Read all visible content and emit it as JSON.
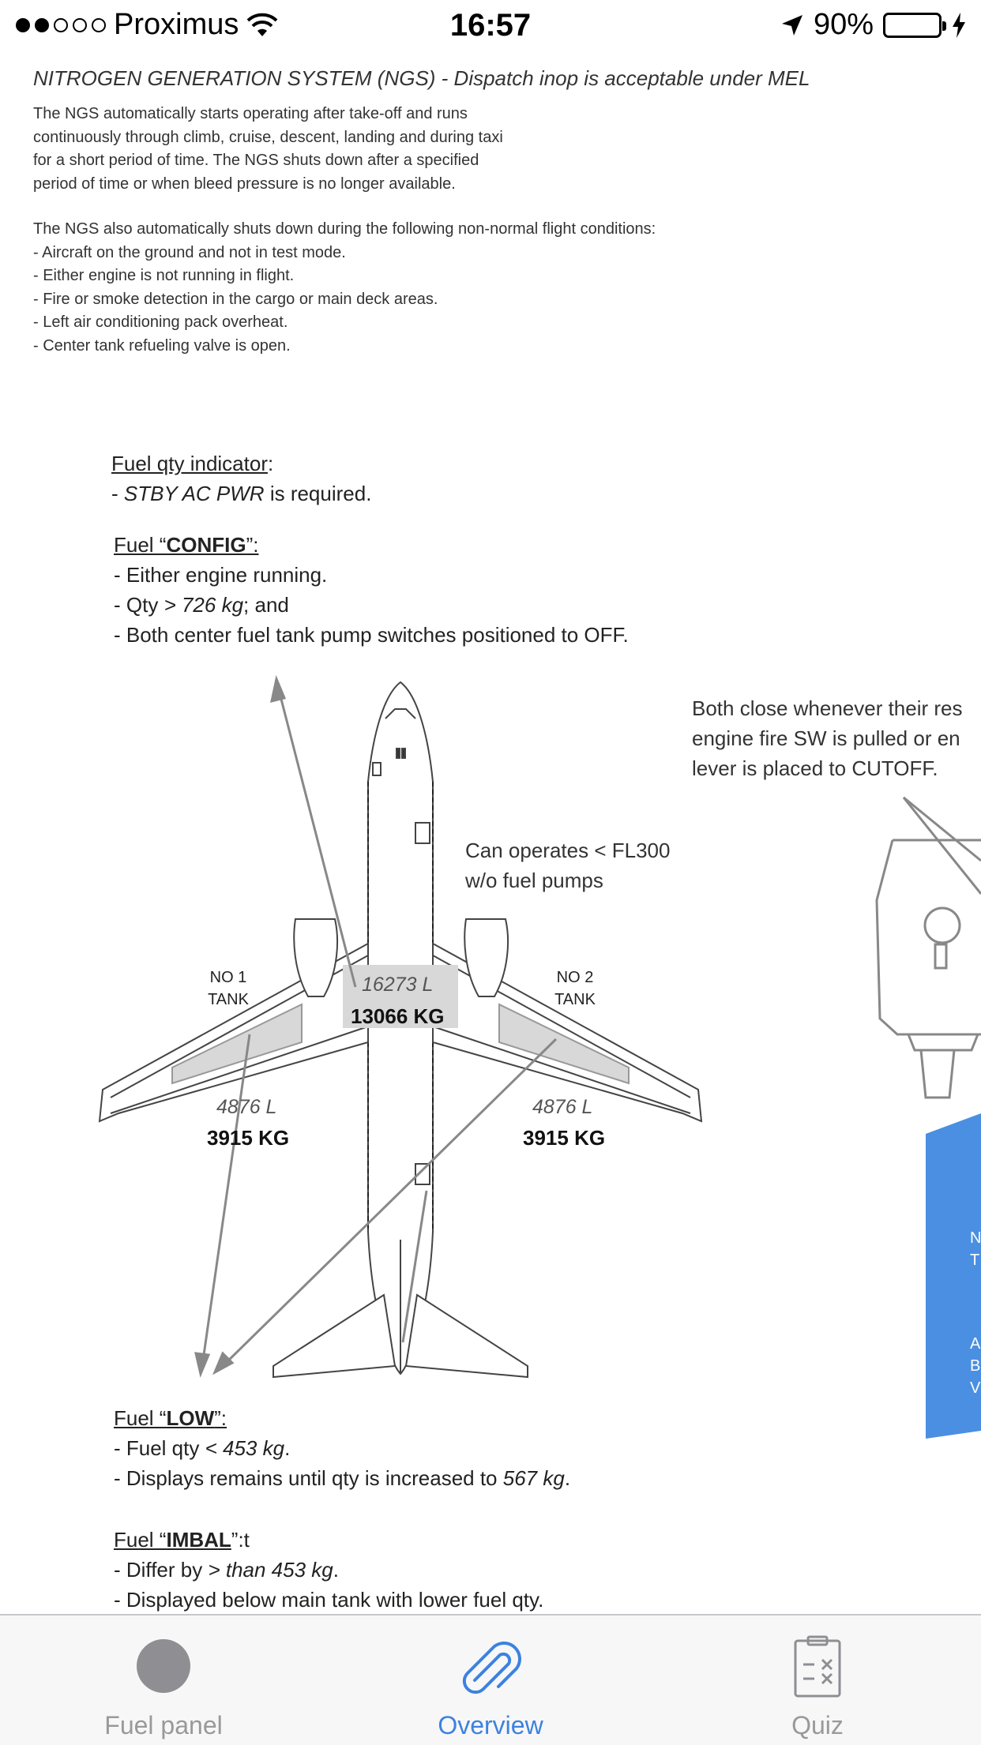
{
  "status_bar": {
    "carrier": "Proximus",
    "time": "16:57",
    "battery": "90%",
    "battery_level": 0.9
  },
  "ngs": {
    "title": "NITROGEN GENERATION SYSTEM (NGS) - Dispatch inop is acceptable under MEL",
    "paragraph1": "The NGS automatically starts operating after take-off and runs\ncontinuously through climb, cruise, descent, landing and during taxi\nfor a short period of time. The NGS shuts down after a specified\nperiod of time or when bleed pressure is no longer available.",
    "paragraph2": "The NGS also automatically shuts down during the following non-normal flight conditions:\n- Aircraft on the ground and not in test mode.\n- Either engine is not running in flight.\n- Fire or smoke detection in the cargo or main deck areas.\n- Left air conditioning pack overheat.\n- Center tank refueling valve is open."
  },
  "fuel_qty": {
    "heading": "Fuel qty indicator",
    "line1_em": "STBY AC PWR",
    "line1_rest": " is required."
  },
  "fuel_config": {
    "prefix": "Fuel “",
    "word": "CONFIG",
    "suffix": "”:",
    "line1": "- Either engine running.",
    "line2_pre": "- Qty ",
    "line2_em": "> 726 kg",
    "line2_post": "; and",
    "line3": "- Both center fuel tank pump switches positioned to OFF."
  },
  "diagram": {
    "no1_tank": "NO 1\nTANK",
    "no2_tank": "NO 2\nTANK",
    "center_l": "16273 L",
    "center_kg": "13066 KG",
    "left_l": "4876 L",
    "left_kg": "3915 KG",
    "right_l": "4876 L",
    "right_kg": "3915 KG",
    "can_operate_1": "Can operates < FL300",
    "can_operate_2": "w/o fuel pumps",
    "close_1": "Both close whenever their res",
    "close_2": "engine fire SW is pulled or en",
    "close_3": "lever is placed to CUTOFF.",
    "blue_1": "N",
    "blue_2": "T",
    "blue_3": "A",
    "blue_4": "B",
    "blue_5": "V"
  },
  "fuel_low": {
    "prefix": "Fuel “",
    "word": "LOW",
    "suffix": "”:",
    "line1_pre": "- Fuel qty ",
    "line1_em": "< 453 kg",
    "line1_post": ".",
    "line2_pre": "- Displays remains until qty is increased to ",
    "line2_em": "567 kg",
    "line2_post": "."
  },
  "fuel_imbal": {
    "prefix": "Fuel “",
    "word": "IMBAL",
    "suffix": "”:t",
    "line1_pre": "- Differ by ",
    "line1_em": "> than 453 kg",
    "line1_post": ".",
    "line2": "- Displayed below main tank with lower fuel qty."
  },
  "tabs": [
    {
      "label": "Fuel panel",
      "icon": "circle-icon"
    },
    {
      "label": "Overview",
      "icon": "paperclip-icon"
    },
    {
      "label": "Quiz",
      "icon": "clipboard-icon"
    }
  ],
  "colors": {
    "accent": "#3c82e0",
    "battery": "#4cd964",
    "blue_panel": "#4a8fe2",
    "tank_fill": "#d8d8d8"
  }
}
